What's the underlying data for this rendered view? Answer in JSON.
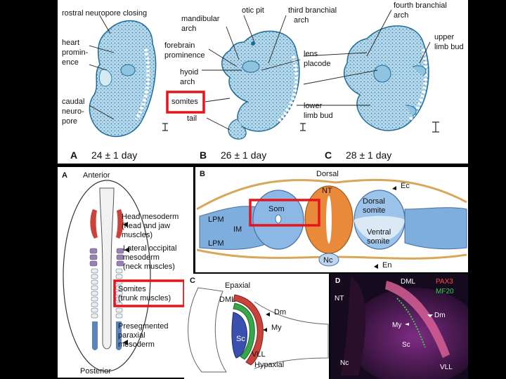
{
  "top_figure": {
    "labels": {
      "rostral_neuropore": "rostral neuropore closing",
      "mandibular_arch": [
        "mandibular",
        "arch"
      ],
      "otic_pit": "otic pit",
      "third_branchial_arch": [
        "third branchial",
        "arch"
      ],
      "fourth_branchial_arch": [
        "fourth branchial",
        "arch"
      ],
      "heart_prominence": [
        "heart",
        "promin-",
        "ence"
      ],
      "forebrain_prominence": [
        "forebrain",
        "prominence"
      ],
      "upper_limb_bud": [
        "upper",
        "limb bud"
      ],
      "lens_placode": [
        "lens",
        "placode"
      ],
      "hyoid_arch": [
        "hyoid",
        "arch"
      ],
      "caudal_neuropore": [
        "caudal",
        "neuro-",
        "pore"
      ],
      "somites": "somites",
      "lower_limb_bud": [
        "lower",
        "limb bud"
      ],
      "tail": "tail"
    },
    "captions": [
      {
        "letter": "A",
        "text": "24 ± 1 day"
      },
      {
        "letter": "B",
        "text": "26 ± 1 day"
      },
      {
        "letter": "C",
        "text": "28 ± 1 day"
      }
    ]
  },
  "panel_a": {
    "letter": "A",
    "anterior": "Anterior",
    "posterior": "Posterior",
    "head_mesoderm": [
      "Head mesoderm",
      "(head and jaw",
      "muscles)"
    ],
    "lateral_occipital": [
      "Lateral occipital",
      "mesoderm",
      "(neck muscles)"
    ],
    "somites": [
      "Somites",
      "(trunk muscles)"
    ],
    "presegmented": [
      "Presegmented",
      "paraxial",
      "mesoderm"
    ]
  },
  "panel_b": {
    "letter": "B",
    "dorsal": "Dorsal",
    "ec": "Ec",
    "nt": "NT",
    "som": "Som",
    "dorsal_somite": [
      "Dorsal",
      "somite"
    ],
    "ventral_somite": [
      "Ventral",
      "somite"
    ],
    "lpm": "LPM",
    "im": "IM",
    "nc": "Nc",
    "en": "En"
  },
  "panel_c": {
    "letter": "C",
    "epaxial": "Epaxial",
    "dml": "DML",
    "dm": "Dm",
    "my": "My",
    "sc": "Sc",
    "vll": "VLL",
    "hypaxial": "Hypaxial"
  },
  "panel_d": {
    "letter": "D",
    "dml": "DML",
    "pax3": "PAX3",
    "mf20": "MF20",
    "nt": "NT",
    "dm": "Dm",
    "my": "My",
    "sc": "Sc",
    "nc": "Nc",
    "vll": "VLL"
  },
  "colors": {
    "highlight": "#e8141b",
    "embryo": "#2f86b4",
    "panel_b_bg": "#e9e3c4",
    "somite_blue": "#7eaede",
    "neural_tube": "#e98a3b",
    "head_mesoderm": "#c9433b",
    "pax3": "#ff4a4a",
    "mf20": "#36d24a"
  }
}
